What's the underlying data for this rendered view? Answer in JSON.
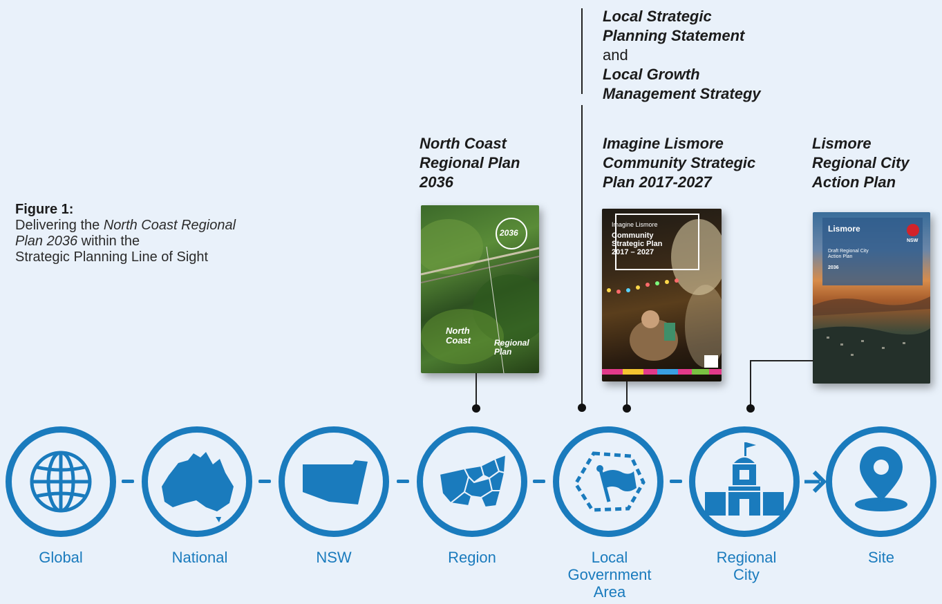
{
  "caption": {
    "label": "Figure 1:",
    "line1_a": "Delivering the ",
    "line1_b": "North Coast Regional",
    "line2_a": "Plan 2036",
    "line2_b": " within the",
    "line3": "Strategic Planning Line of Sight"
  },
  "lsps": {
    "line1": "Local Strategic",
    "line2": "Planning Statement",
    "line3": "and",
    "line4": "Local Growth",
    "line5": "Management Strategy"
  },
  "documents": [
    {
      "line1": "North Coast",
      "line2": "Regional Plan",
      "line3": "2036"
    },
    {
      "line1": "Imagine Lismore",
      "line2": "Community Strategic",
      "line3": "Plan 2017-2027"
    },
    {
      "line1": "Lismore",
      "line2": "Regional City",
      "line3": "Action Plan"
    }
  ],
  "covers": {
    "ncrp": {
      "badge": "2036",
      "t1": "North",
      "t2": "Coast",
      "t3": "Regional",
      "t4": "Plan"
    },
    "csp": {
      "t1": "Imagine Lismore",
      "t2": "Community",
      "t3": "Strategic Plan",
      "t4": "2017 – 2027"
    },
    "rcap": {
      "t1": "Lismore",
      "t2": "NSW",
      "t3": "Draft Regional City",
      "t4": "Action Plan",
      "t5": "2036"
    }
  },
  "scales": [
    {
      "label": "Global",
      "icon": "globe-icon"
    },
    {
      "label": "National",
      "icon": "australia-map-icon"
    },
    {
      "label": "NSW",
      "icon": "nsw-map-icon"
    },
    {
      "label": "Region",
      "icon": "region-map-icon"
    },
    {
      "label_l1": "Local",
      "label_l2": "Government",
      "label_l3": "Area",
      "icon": "flag-in-boundary-icon"
    },
    {
      "label_l1": "Regional",
      "label_l2": "City",
      "icon": "civic-building-icon"
    },
    {
      "label": "Site",
      "icon": "location-pin-icon"
    }
  ],
  "colors": {
    "accent": "#1a7bbd",
    "background": "#e9f1fa"
  }
}
